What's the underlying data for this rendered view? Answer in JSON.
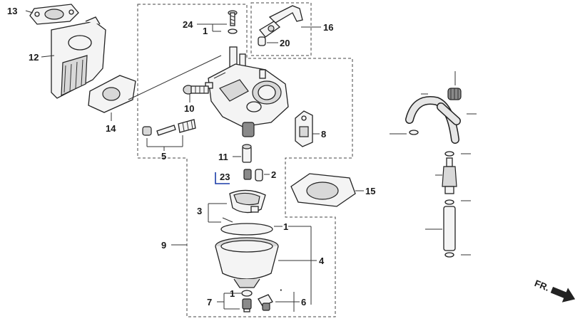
{
  "callouts": {
    "c13": "13",
    "c12": "12",
    "c14": "14",
    "c24": "24",
    "c1a": "1",
    "c16": "16",
    "c20": "20",
    "c10": "10",
    "c5": "5",
    "c8": "8",
    "c11": "11",
    "c23": "23",
    "c2": "2",
    "c15": "15",
    "c3": "3",
    "c9": "9",
    "c1b": "1",
    "c4": "4",
    "c7": "7",
    "c1c": "1",
    "c6": "6"
  },
  "direction_marker": {
    "label": "FR."
  }
}
